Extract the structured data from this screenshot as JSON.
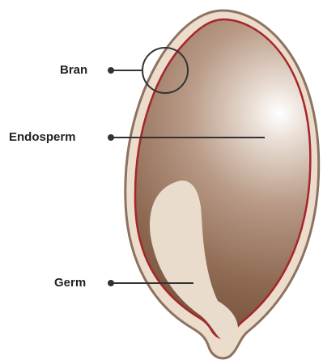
{
  "diagram": {
    "labels": {
      "bran": "Bran",
      "endosperm": "Endosperm",
      "germ": "Germ"
    }
  },
  "colors": {
    "outer_coat": "#ecdccb",
    "outer_outline": "#8c7261",
    "bran_layer": "#a5252b",
    "endosperm_highlight": "#ffffff",
    "endosperm_mid": "#b89a86",
    "endosperm_dark": "#6e4a34",
    "germ_fill": "#e9dccc",
    "leader_line": "#333333"
  }
}
